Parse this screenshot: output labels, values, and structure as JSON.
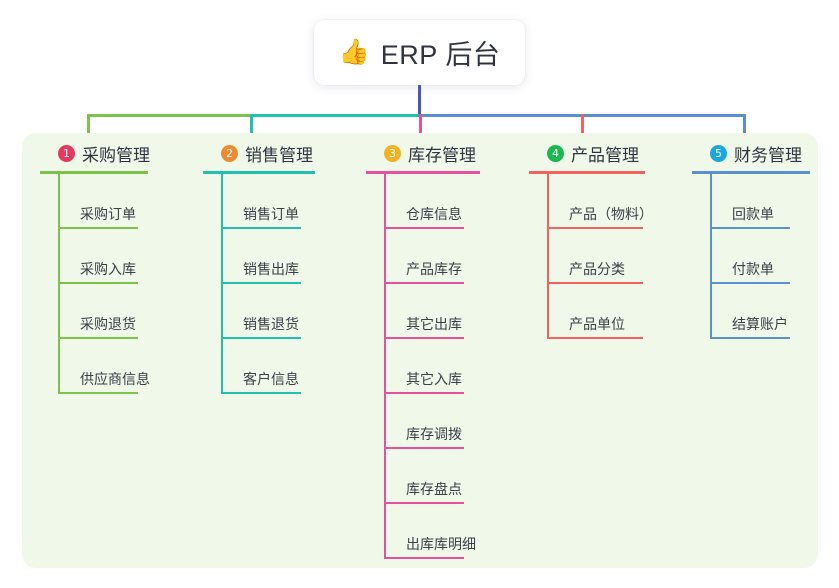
{
  "root": {
    "emoji": "👍",
    "icon_name": "thumbs-up-emoji",
    "title": "ERP 后台"
  },
  "palette": {
    "panel_bg": "#eff8e9",
    "root_stem": "#4a55c4",
    "columns": [
      "#7cc14a",
      "#21c2ad",
      "#e5529b",
      "#f2625f",
      "#5b8fd4"
    ],
    "badges": [
      "#e8375f",
      "#f08a32",
      "#f2b223",
      "#1ab84f",
      "#1aa7e0"
    ]
  },
  "columns": [
    {
      "index": "1",
      "title": "采购管理",
      "color": "#7cc14a",
      "badge_color": "#e8375f",
      "items": [
        "采购订单",
        "采购入库",
        "采购退货",
        "供应商信息"
      ]
    },
    {
      "index": "2",
      "title": "销售管理",
      "color": "#21c2ad",
      "badge_color": "#f08a32",
      "items": [
        "销售订单",
        "销售出库",
        "销售退货",
        "客户信息"
      ]
    },
    {
      "index": "3",
      "title": "库存管理",
      "color": "#e5529b",
      "badge_color": "#f2b223",
      "items": [
        "仓库信息",
        "产品库存",
        "其它出库",
        "其它入库",
        "库存调拨",
        "库存盘点",
        "出库库明细"
      ]
    },
    {
      "index": "4",
      "title": "产品管理",
      "color": "#f2625f",
      "badge_color": "#1ab84f",
      "items": [
        "产品（物料）",
        "产品分类",
        "产品单位"
      ]
    },
    {
      "index": "5",
      "title": "财务管理",
      "color": "#5b8fd4",
      "badge_color": "#1aa7e0",
      "items": [
        "回款单",
        "付款单",
        "结算账户"
      ]
    }
  ]
}
